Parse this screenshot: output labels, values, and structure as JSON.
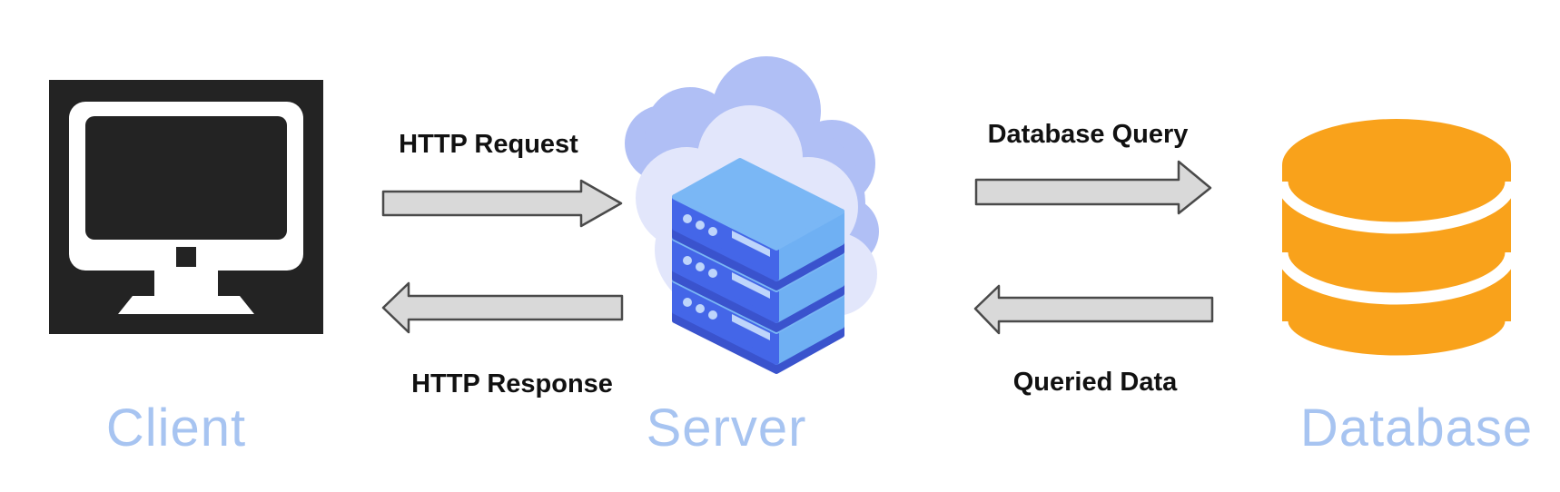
{
  "nodes": {
    "client": {
      "label": "Client",
      "icon": "desktop-monitor-icon"
    },
    "server": {
      "label": "Server",
      "icon": "cloud-servers-icon"
    },
    "database": {
      "label": "Database",
      "icon": "database-cylinder-icon"
    }
  },
  "edges": {
    "request": {
      "label": "HTTP Request",
      "from": "client",
      "to": "server",
      "direction": "right"
    },
    "response": {
      "label": "HTTP Response",
      "from": "server",
      "to": "client",
      "direction": "left"
    },
    "query": {
      "label": "Database Query",
      "from": "server",
      "to": "database",
      "direction": "right"
    },
    "queried": {
      "label": "Queried Data",
      "from": "database",
      "to": "server",
      "direction": "left"
    }
  },
  "colors": {
    "background": "#ffffff",
    "node-label": "#a7c4f1",
    "edge-label": "#111111",
    "arrow-fill": "#d9d9d9",
    "arrow-stroke": "#4a4a4a",
    "client-box": "#232323",
    "client-monitor": "#ffffff",
    "cloud-back": "#b0bff5",
    "cloud-front": "#e2e6fb",
    "server-top": "#7ab7f5",
    "server-front": "#4466e8",
    "server-side": "#6fb0f3",
    "server-rim": "#3a53cd",
    "server-detail": "#bed5fb",
    "database-orange": "#f9a21b"
  }
}
